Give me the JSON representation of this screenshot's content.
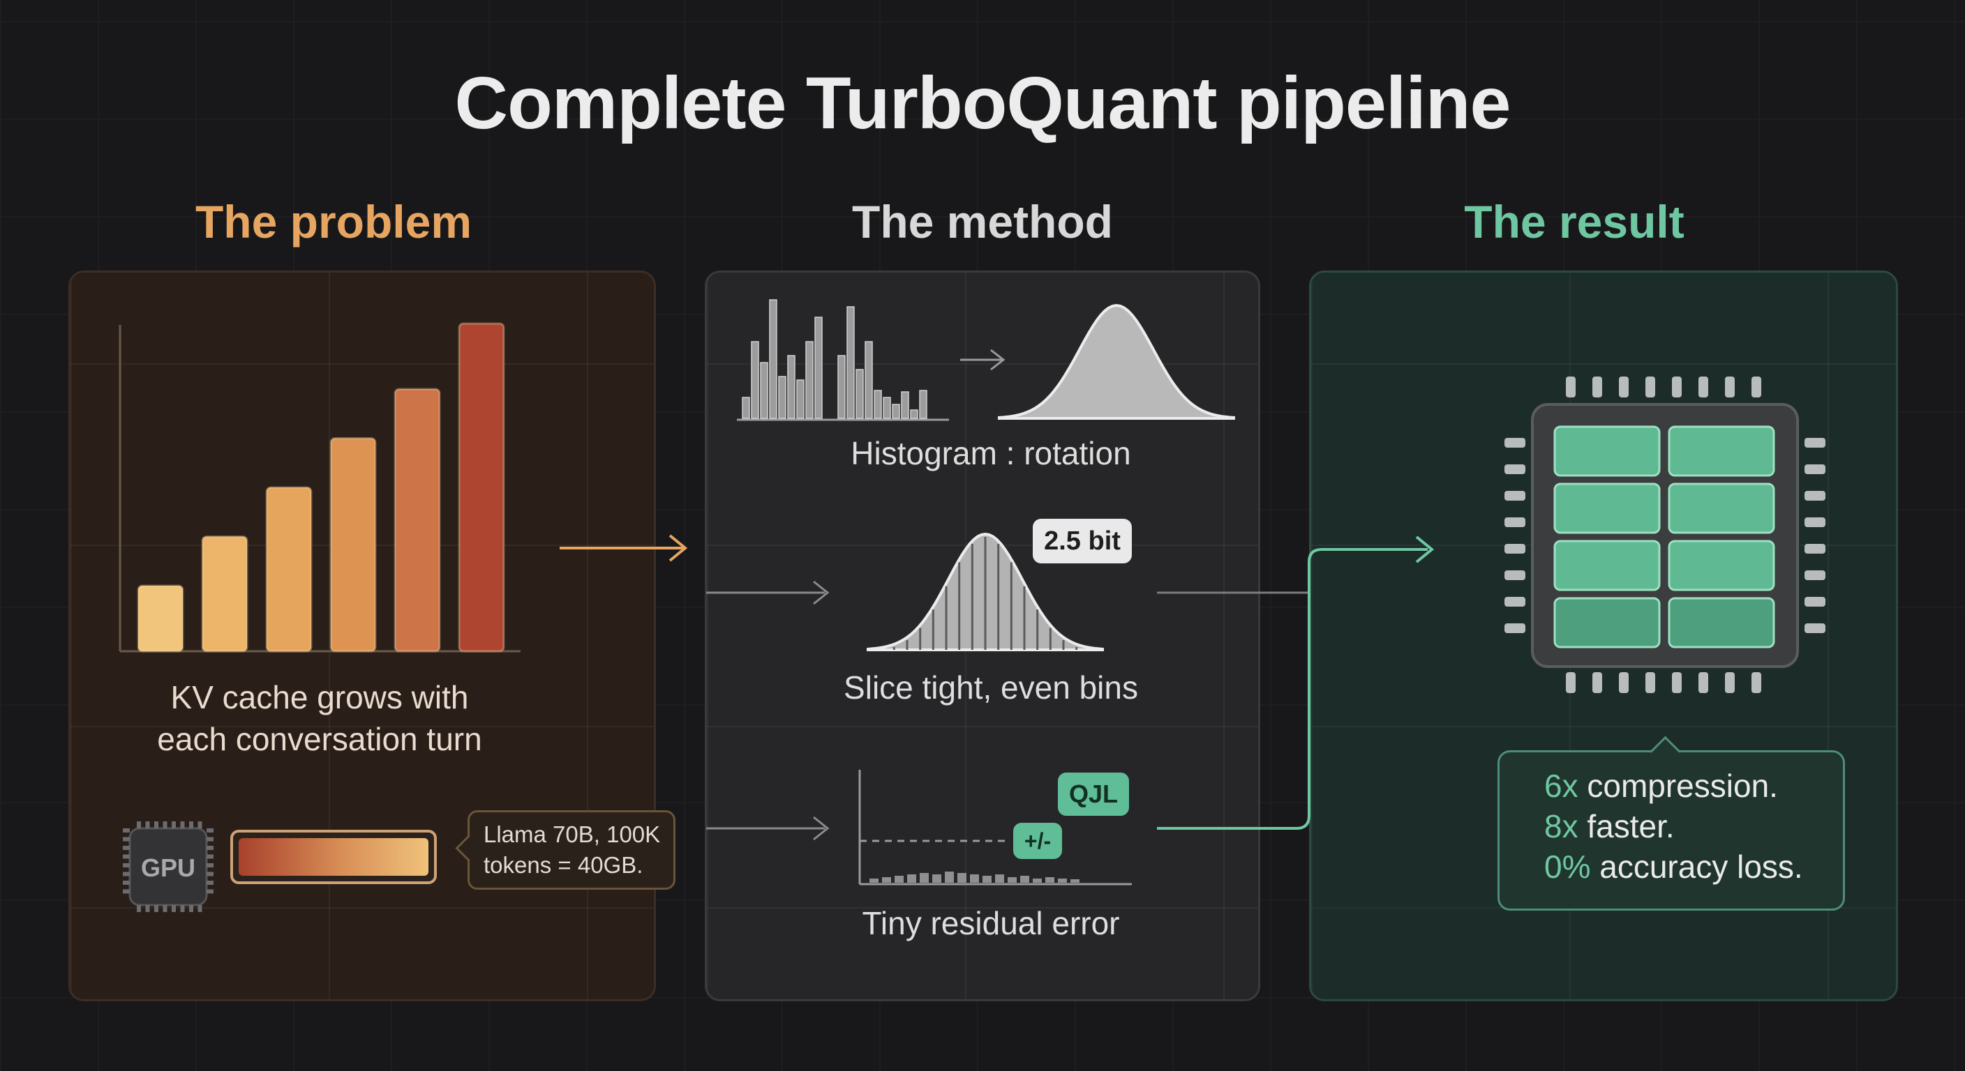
{
  "title": "Complete TurboQuant pipeline",
  "columns": {
    "problem": {
      "heading": "The problem",
      "caption_line1": "KV cache grows with",
      "caption_line2": "each conversation turn",
      "gpu_label": "GPU",
      "tooltip_line1": "Llama 70B, 100K",
      "tooltip_line2": "tokens = 40GB.",
      "bars": [
        0.2,
        0.35,
        0.5,
        0.65,
        0.8,
        1.0
      ]
    },
    "method": {
      "heading": "The method",
      "step1_caption": "Histogram : rotation",
      "step2_caption": "Slice tight, even bins",
      "step2_badge": "2.5 bit",
      "step3_caption": "Tiny residual error",
      "step3_badge": "QJL",
      "step3_sign": "+/-"
    },
    "result": {
      "heading": "The result",
      "stats": [
        {
          "value": "6x",
          "text": " compression."
        },
        {
          "value": "8x",
          "text": " faster."
        },
        {
          "value": "0%",
          "text": " accuracy loss."
        }
      ]
    }
  },
  "colors": {
    "problem_accent": "#e6a560",
    "method_accent": "#d8d8d8",
    "result_accent": "#6fc7a2"
  },
  "icons": [
    "gpu-chip-icon",
    "processor-chip-icon",
    "arrow-right-icon"
  ]
}
